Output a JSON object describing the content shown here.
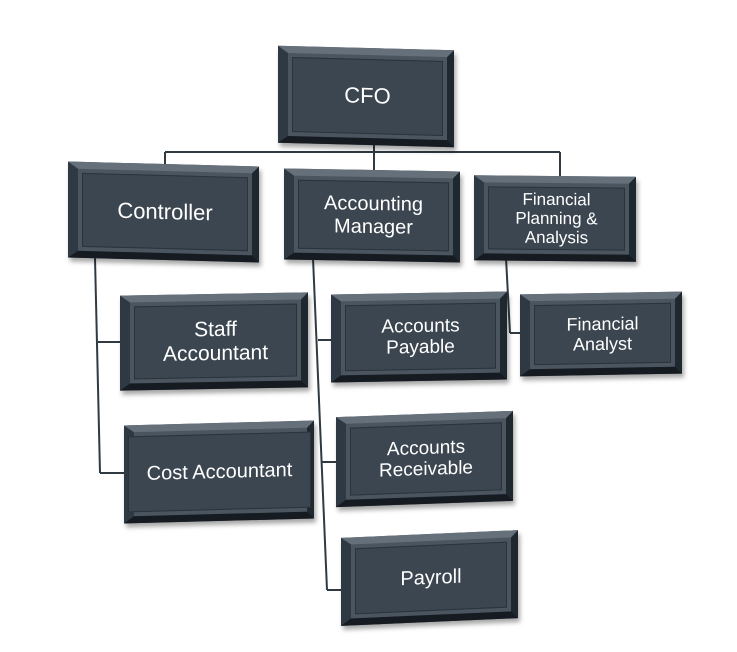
{
  "nodes": {
    "cfo": "CFO",
    "controller": "Controller",
    "accounting_manager": "Accounting\nManager",
    "fpa": "Financial\nPlanning &\nAnalysis",
    "staff_accountant": "Staff\nAccountant",
    "cost_accountant": "Cost Accountant",
    "accounts_payable": "Accounts\nPayable",
    "accounts_receivable": "Accounts\nReceivable",
    "payroll": "Payroll",
    "financial_analyst": "Financial\nAnalyst"
  },
  "colors": {
    "box_face": "#3b4650",
    "connector": "#2f3a42",
    "text": "#ffffff"
  }
}
